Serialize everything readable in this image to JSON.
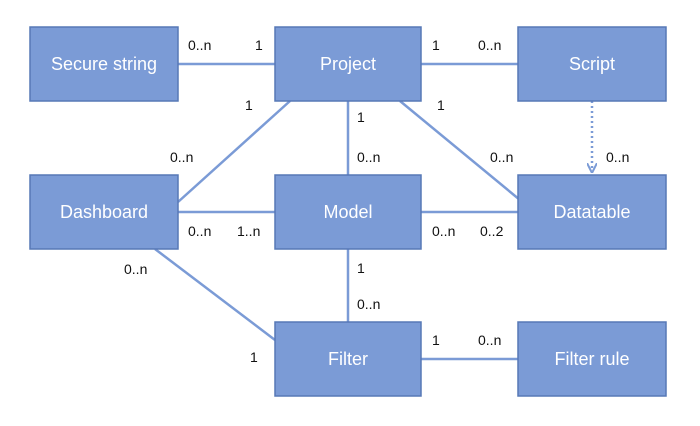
{
  "entities": {
    "secure_string": "Secure string",
    "project": "Project",
    "script": "Script",
    "dashboard": "Dashboard",
    "model": "Model",
    "datatable": "Datatable",
    "filter": "Filter",
    "filter_rule": "Filter rule"
  },
  "colors": {
    "box_fill": "#7b9bd6",
    "box_border": "#5778b6",
    "line": "#7b9bd6"
  },
  "relationships": {
    "secure_string_project": {
      "from": "0..n",
      "to": "1"
    },
    "project_script": {
      "from": "1",
      "to": "0..n"
    },
    "project_dashboard": {
      "from": "1",
      "to": "0..n"
    },
    "project_model": {
      "from": "1",
      "to": "0..n"
    },
    "project_datatable": {
      "from": "1",
      "to": "0..n"
    },
    "script_datatable": {
      "to": "0..n"
    },
    "dashboard_model": {
      "from": "0..n",
      "to": "1..n"
    },
    "model_datatable": {
      "from": "0..n",
      "to": "0..2"
    },
    "dashboard_filter": {
      "from": "0..n",
      "to": "1"
    },
    "model_filter": {
      "from": "1",
      "to": "0..n"
    },
    "filter_filter_rule": {
      "from": "1",
      "to": "0..n"
    }
  }
}
